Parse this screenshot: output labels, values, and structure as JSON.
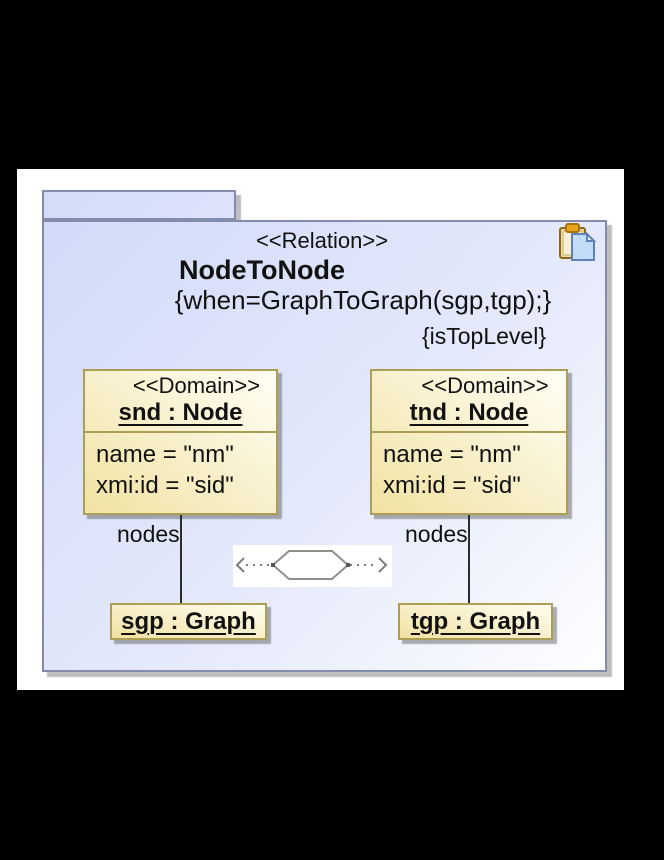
{
  "relation": {
    "stereotype": "<<Relation>>",
    "name": "NodeToNode",
    "when_label": "{when=GraphToGraph(sgp,tgp);}",
    "top_level_label": "{isTopLevel}"
  },
  "domains": [
    {
      "stereotype": "<<Domain>>",
      "name": "snd : Node",
      "attributes": [
        "name = \"nm\"",
        "xmi:id = \"sid\""
      ],
      "edge_label": "nodes",
      "graph_node": "sgp : Graph"
    },
    {
      "stereotype": "<<Domain>>",
      "name": "tnd : Node",
      "attributes": [
        "name = \"nm\"",
        "xmi:id = \"sid\""
      ],
      "edge_label": "nodes",
      "graph_node": "tgp : Graph"
    }
  ],
  "icons": {
    "clipboard": "paste-clipboard-icon",
    "relation_symbol": "qvt-relation-hexagon-icon"
  },
  "colors": {
    "canvas_background": "#000000",
    "page_background": "#ffffff",
    "package_fill_start": "#d2daf8",
    "package_fill_end": "#fdfeff",
    "package_border": "#848cad",
    "domain_fill_start": "#f1e2a2",
    "domain_fill_end": "#fffef6",
    "domain_border": "#ac9f55",
    "connector": "#2b2b2b",
    "text": "#111111"
  }
}
